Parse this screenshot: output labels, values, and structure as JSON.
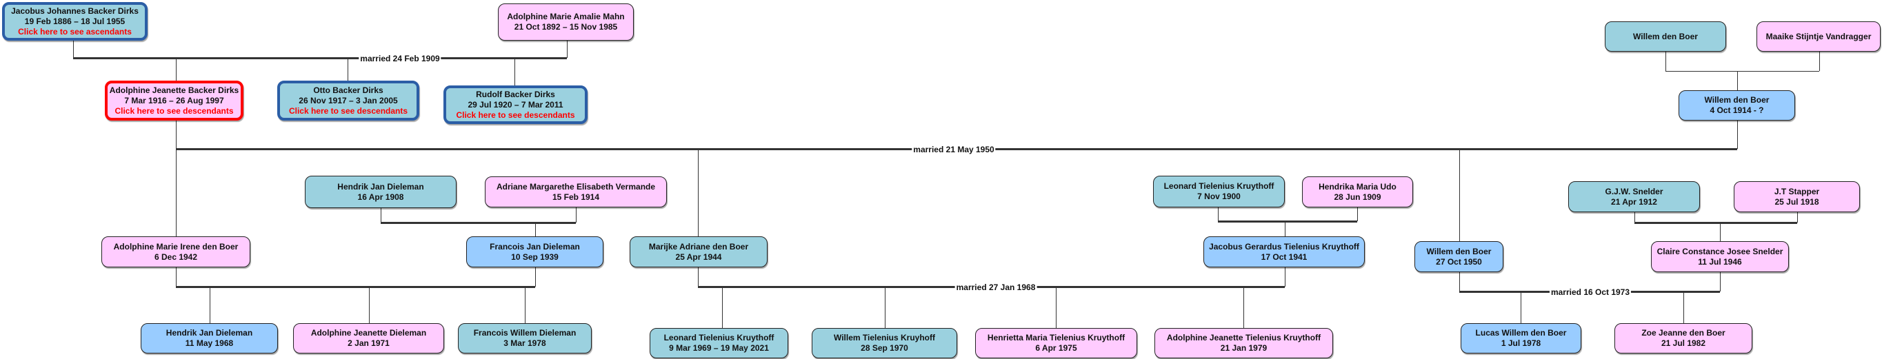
{
  "links": {
    "ascendants": "Click here to see ascendants",
    "descendants": "Click here to see descendants"
  },
  "marriages": {
    "m1909": "married 24 Feb 1909",
    "m1950": "married 21 May 1950",
    "m1968": "married 27 Jan 1968",
    "m1973": "married 16 Oct 1973"
  },
  "people": {
    "jacobus": {
      "name": "Jacobus Johannes Backer Dirks",
      "dates": "19 Feb 1886 – 18 Jul 1955"
    },
    "mahn": {
      "name": "Adolphine Marie Amalie Mahn",
      "dates": "21 Oct 1892 – 15 Nov 1985"
    },
    "adolphine_j": {
      "name": "Adolphine Jeanette Backer Dirks",
      "dates": "7 Mar 1916 – 26 Aug 1997"
    },
    "otto": {
      "name": "Otto Backer Dirks",
      "dates": "26 Nov 1917 – 3 Jan 2005"
    },
    "rudolf": {
      "name": "Rudolf Backer Dirks",
      "dates": "29 Jul 1920 – 7 Mar 2011"
    },
    "willem_sr": {
      "name": "Willem den Boer"
    },
    "maaike": {
      "name": "Maaike Stijntje Vandragger"
    },
    "willem_1914": {
      "name": "Willem den Boer",
      "dates": "4 Oct 1914 - ?"
    },
    "hendrik_1908": {
      "name": "Hendrik Jan Dieleman",
      "dates": "16 Apr 1908"
    },
    "adriane": {
      "name": "Adriane Margarethe Elisabeth Vermande",
      "dates": "15 Feb 1914"
    },
    "leonard_1900": {
      "name": "Leonard Tielenius Kruythoff",
      "dates": "7 Nov 1900"
    },
    "hendrika": {
      "name": "Hendrika Maria Udo",
      "dates": "28 Jun 1909"
    },
    "gjw": {
      "name": "G.J.W. Snelder",
      "dates": "21 Apr 1912"
    },
    "stapper": {
      "name": "J.T Stapper",
      "dates": "25 Jul 1918"
    },
    "adolphine_mi": {
      "name": "Adolphine Marie Irene den Boer",
      "dates": "6 Dec 1942"
    },
    "francois_jan": {
      "name": "Francois Jan Dieleman",
      "dates": "10 Sep 1939"
    },
    "marijke": {
      "name": "Marijke Adriane den Boer",
      "dates": "25 Apr 1944"
    },
    "jacobus_g": {
      "name": "Jacobus Gerardus Tielenius Kruythoff",
      "dates": "17 Oct 1941"
    },
    "willem_1950": {
      "name": "Willem den Boer",
      "dates": "27 Oct 1950"
    },
    "claire": {
      "name": "Claire Constance Josee Snelder",
      "dates": "11 Jul 1946"
    },
    "hendrik_1968": {
      "name": "Hendrik Jan Dieleman",
      "dates": "11 May 1968"
    },
    "adolphine_d": {
      "name": "Adolphine Jeanette Dieleman",
      "dates": "2 Jan 1971"
    },
    "francois_w": {
      "name": "Francois Willem Dieleman",
      "dates": "3 Mar 1978"
    },
    "leonard_1969": {
      "name": "Leonard Tielenius Kruythoff",
      "dates": "9 Mar 1969 – 19 May 2021"
    },
    "willem_tk": {
      "name": "Willem Tielenius Kruyhoff",
      "dates": "28 Sep 1970"
    },
    "henrietta": {
      "name": "Henrietta Maria Tielenius Kruythoff",
      "dates": "6 Apr 1975"
    },
    "adolphine_tk": {
      "name": "Adolphine Jeanette Tielenius Kruythoff",
      "dates": "21 Jan 1979"
    },
    "lucas": {
      "name": "Lucas Willem den Boer",
      "dates": "1 Jul 1978"
    },
    "zoe": {
      "name": "Zoe Jeanne den Boer",
      "dates": "21 Jul 1982"
    }
  },
  "colors": {
    "male": "#9bd1df",
    "male_alt": "#99ccff",
    "female": "#ffccff",
    "highlight": "#2b5ea6",
    "selected": "#ff0000",
    "link": "#ff0000"
  }
}
